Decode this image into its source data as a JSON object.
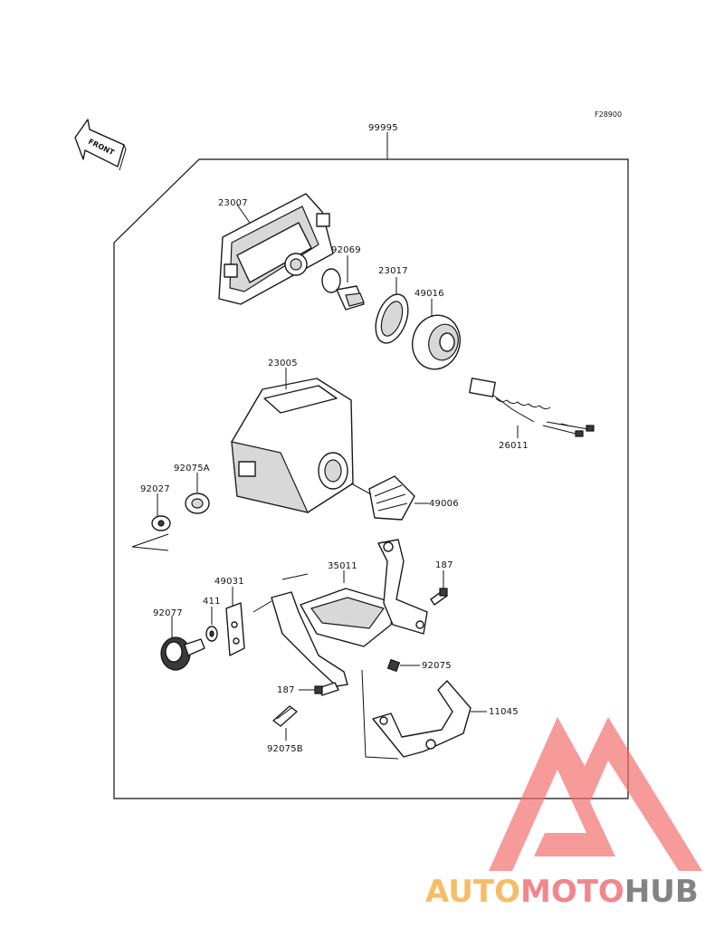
{
  "diagram": {
    "figure_ref": "F28900",
    "front_label": "FRONT",
    "assembly_number": "99995",
    "callouts": {
      "c23007": "23007",
      "c92069": "92069",
      "c23017": "23017",
      "c49016": "49016",
      "c23005": "23005",
      "c26011": "26011",
      "c92075A": "92075A",
      "c92027": "92027",
      "c49006": "49006",
      "c35011": "35011",
      "c187a": "187",
      "c49031": "49031",
      "c411": "411",
      "c92077": "92077",
      "c92075": "92075",
      "c187b": "187",
      "c11045": "11045",
      "c92075B": "92075B"
    }
  },
  "watermark": {
    "part1": "AUTO",
    "part2": "MOTO",
    "part3": "HUB",
    "colors": {
      "auto": "#f6b14d",
      "moto": "#f2727a",
      "hub": "#6e6e6e",
      "triangle": "#f26a6a"
    }
  }
}
